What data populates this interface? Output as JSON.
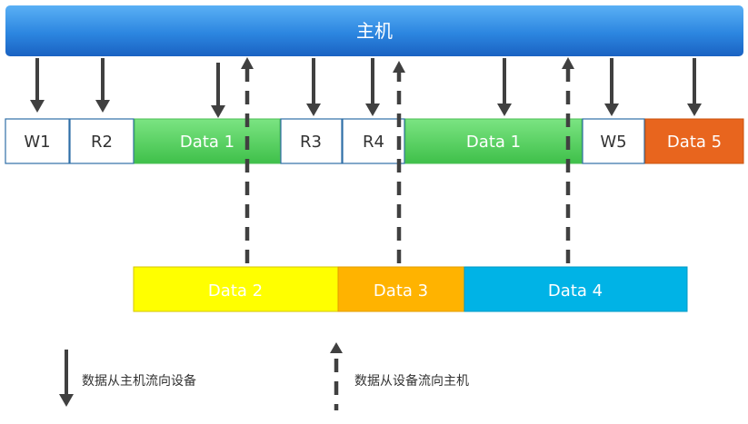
{
  "host": {
    "label": "主机"
  },
  "top_row": [
    {
      "id": "w1",
      "label": "W1",
      "kind": "box"
    },
    {
      "id": "r2",
      "label": "R2",
      "kind": "box"
    },
    {
      "id": "data1a",
      "label": "Data 1",
      "kind": "green"
    },
    {
      "id": "r3",
      "label": "R3",
      "kind": "box"
    },
    {
      "id": "r4",
      "label": "R4",
      "kind": "box"
    },
    {
      "id": "data1b",
      "label": "Data 1",
      "kind": "green"
    },
    {
      "id": "w5",
      "label": "W5",
      "kind": "box"
    },
    {
      "id": "data5",
      "label": "Data 5",
      "kind": "orange"
    }
  ],
  "bottom_row": [
    {
      "id": "data2",
      "label": "Data 2",
      "kind": "yellow"
    },
    {
      "id": "data3",
      "label": "Data 3",
      "kind": "amber"
    },
    {
      "id": "data4",
      "label": "Data 4",
      "kind": "cyan"
    }
  ],
  "legend": {
    "host_to_device": "数据从主机流向设备",
    "device_to_host": "数据从设备流向主机"
  },
  "colors": {
    "host_top": "#4aa3f0",
    "host_bottom": "#1f6fcf",
    "box_border": "#2f6fa7",
    "green": "#5fd46a",
    "orange": "#e8651e",
    "yellow": "#ffff00",
    "amber": "#ffb300",
    "cyan": "#00b3e6",
    "arrow": "#404040"
  }
}
